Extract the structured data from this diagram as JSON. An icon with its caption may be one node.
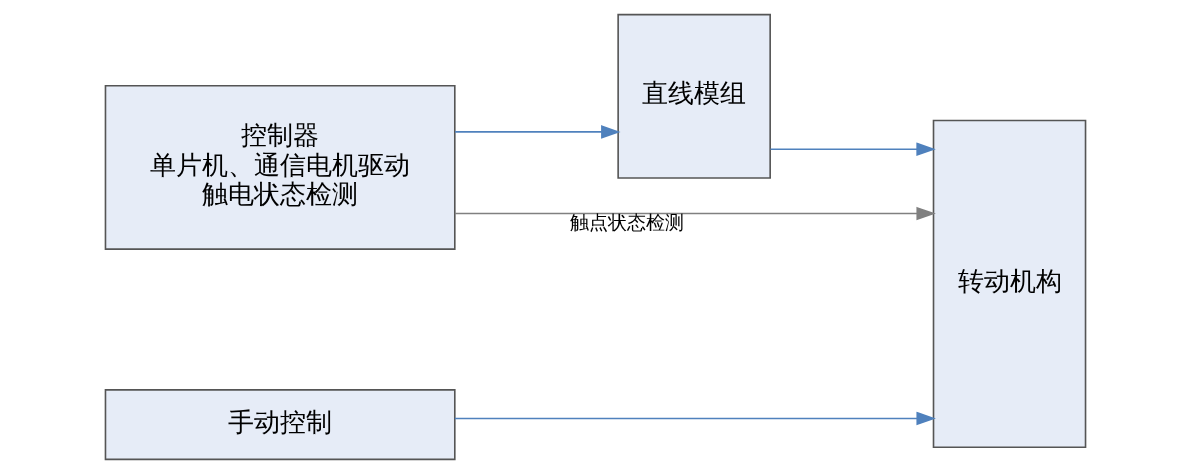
{
  "diagram": {
    "nodes": [
      {
        "text": [
          "控制器",
          "单片机、通信电机驱动",
          "触电状态检测"
        ]
      },
      {
        "text": [
          "直线模组"
        ]
      },
      {
        "text": [
          "转动机构"
        ]
      },
      {
        "text": [
          "手动控制"
        ]
      }
    ],
    "edges": [
      {
        "from": 0,
        "to": 1,
        "arrow": "to"
      },
      {
        "from": 1,
        "to": 2,
        "arrow": "to"
      },
      {
        "from": 0,
        "to": 2,
        "arrow": "to",
        "label": "触点状态检测",
        "color": "#808080"
      },
      {
        "from": 3,
        "to": 2,
        "arrow": "to"
      }
    ]
  }
}
